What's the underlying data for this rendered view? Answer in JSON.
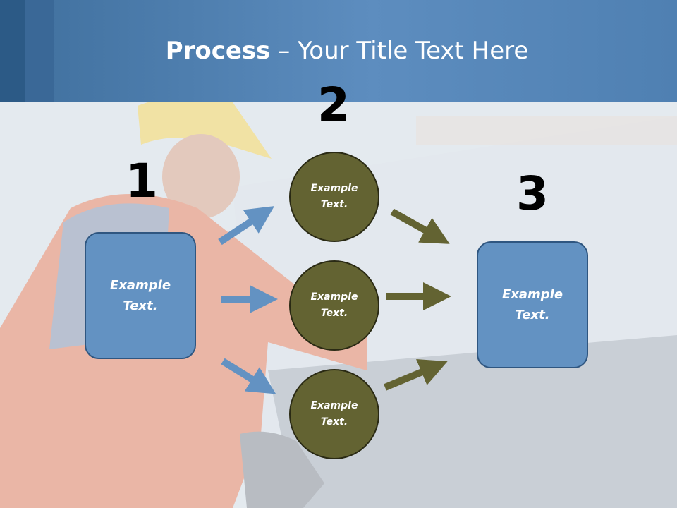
{
  "title": {
    "bold": "Process",
    "rest": " – Your Title Text Here"
  },
  "step_numbers": [
    "1",
    "2",
    "3"
  ],
  "left_box": {
    "text": "Example Text."
  },
  "circles": [
    {
      "text": "Example Text."
    },
    {
      "text": "Example Text."
    },
    {
      "text": "Example Text."
    }
  ],
  "right_box": {
    "text": "Example Text."
  },
  "colors": {
    "banner": "#5d8dbf",
    "box_fill": "#6392c2",
    "circle_fill": "#636332",
    "arrow_blue": "#6392c2",
    "arrow_olive": "#636332"
  }
}
